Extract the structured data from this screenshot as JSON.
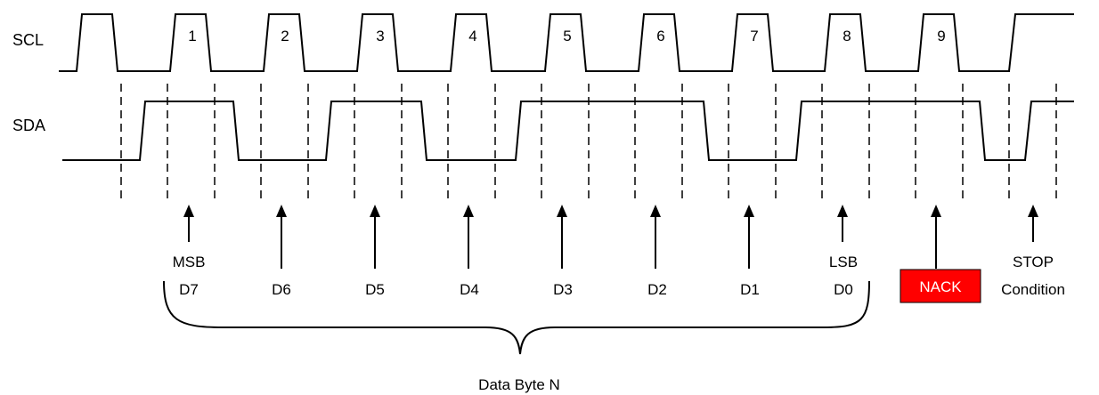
{
  "signals": {
    "scl": "SCL",
    "sda": "SDA"
  },
  "clock_numbers": [
    "1",
    "2",
    "3",
    "4",
    "5",
    "6",
    "7",
    "8",
    "9"
  ],
  "bits": [
    {
      "top": "MSB",
      "bottom": "D7"
    },
    {
      "top": "",
      "bottom": "D6"
    },
    {
      "top": "",
      "bottom": "D5"
    },
    {
      "top": "",
      "bottom": "D4"
    },
    {
      "top": "",
      "bottom": "D3"
    },
    {
      "top": "",
      "bottom": "D2"
    },
    {
      "top": "",
      "bottom": "D1"
    },
    {
      "top": "LSB",
      "bottom": "D0"
    }
  ],
  "nack": {
    "label": "NACK",
    "color": "#ff0000"
  },
  "stop": {
    "line1": "STOP",
    "line2": "Condition"
  },
  "brace_label": "Data Byte N",
  "sda_bit_levels": [
    1,
    0,
    1,
    0,
    1,
    1,
    0,
    1
  ],
  "nack_level": 1
}
